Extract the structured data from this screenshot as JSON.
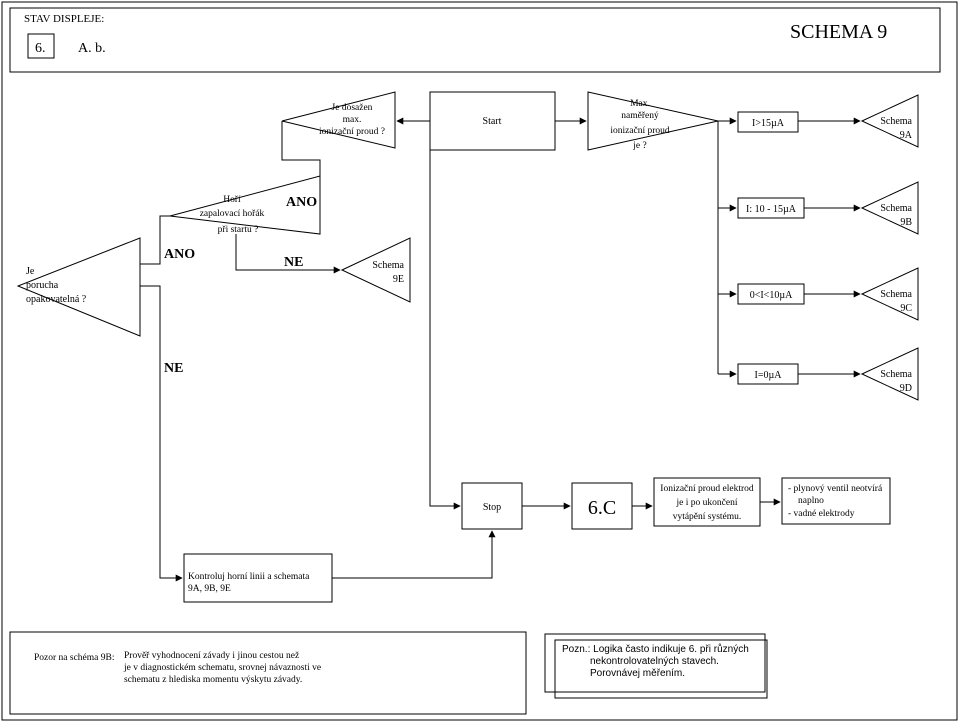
{
  "header": {
    "status_label": "STAV DISPLEJE:",
    "status_code": "6.",
    "status_sub": "A. b.",
    "schema_title": "SCHEMA 9"
  },
  "nodes": {
    "start": "Start",
    "stop": "Stop",
    "max_reached": [
      "Je dosažen",
      "max.",
      "ionizační proud ?"
    ],
    "max_measured": [
      "Max.",
      "naměřený",
      "ionizační proud",
      "je ?"
    ],
    "burner": [
      "Hoří",
      "zapalovací hořák",
      "při startu ?"
    ],
    "fault": [
      "Je",
      "porucha",
      "opakovatelná ?"
    ],
    "range_a": "I>15µA",
    "range_b": "I: 10 - 15µA",
    "range_c": "0<I<10µA",
    "range_d": "I=0µA",
    "schema_9a": [
      "Schema",
      "9A"
    ],
    "schema_9b": [
      "Schema",
      "9B"
    ],
    "schema_9c": [
      "Schema",
      "9C"
    ],
    "schema_9d": [
      "Schema",
      "9D"
    ],
    "schema_9e": [
      "Schema",
      "9E"
    ],
    "display_6c": "6.C",
    "ion_current": [
      "Ionizační proud elektrod",
      "je i po ukončení",
      "vytápění systému."
    ],
    "causes": [
      "- plynový ventil neotvírá",
      "naplno",
      "- vadné elektrody"
    ],
    "check_lines": [
      "Kontroluj horní linii a schemata",
      "9A, 9B, 9E"
    ]
  },
  "labels": {
    "ano_1": "ANO",
    "ano_2": "ANO",
    "ne_1": "NE",
    "ne_2": "NE"
  },
  "notes": {
    "warning_label": "Pozor na schéma 9B:",
    "warning_text": [
      "Prověř vyhodnocení závady i jinou cestou než",
      "je v diagnostickém schematu, srovnej návaznosti ve",
      "schematu z hlediska momentu výskytu závady."
    ],
    "remark": [
      "Pozn.: Logika často indikuje 6. při různých",
      "nekontrolovatelných stavech.",
      "Porovnávej měřením."
    ]
  }
}
